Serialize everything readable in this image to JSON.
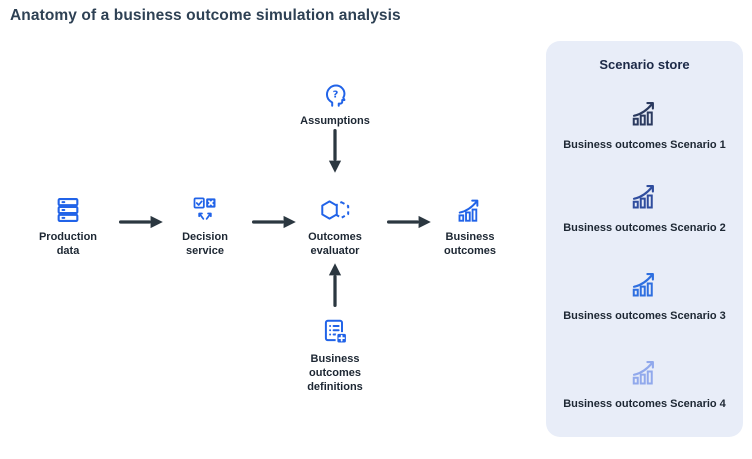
{
  "title": "Anatomy of a business outcome simulation analysis",
  "colors": {
    "title_text": "#2e4154",
    "label_text": "#1d2733",
    "icon_blue": "#2163e8",
    "arrow": "#2b3740",
    "panel_bg": "#e8edf8",
    "panel_title_text": "#1c2947"
  },
  "flow": {
    "nodes": [
      {
        "id": "production-data",
        "label": "Production data",
        "icon": "database-icon"
      },
      {
        "id": "decision-service",
        "label": "Decision service",
        "icon": "decision-check-cross-icon"
      },
      {
        "id": "outcomes-evaluator",
        "label": "Outcomes evaluator",
        "icon": "hexagons-process-icon"
      },
      {
        "id": "business-outcomes",
        "label": "Business outcomes",
        "icon": "bar-chart-growth-icon"
      },
      {
        "id": "assumptions",
        "label": "Assumptions",
        "icon": "head-question-icon"
      },
      {
        "id": "business-outcomes-definitions",
        "label": "Business outcomes definitions",
        "icon": "document-add-icon"
      }
    ],
    "connections": [
      "production-data -> decision-service",
      "decision-service -> outcomes-evaluator",
      "outcomes-evaluator -> business-outcomes",
      "assumptions -> outcomes-evaluator",
      "business-outcomes-definitions -> outcomes-evaluator"
    ]
  },
  "scenario_store": {
    "title": "Scenario store",
    "items": [
      {
        "label": "Business outcomes Scenario 1",
        "icon": "bar-chart-growth-icon",
        "icon_color": "#2b3a5f"
      },
      {
        "label": "Business outcomes Scenario 2",
        "icon": "bar-chart-growth-icon",
        "icon_color": "#2f4d9e"
      },
      {
        "label": "Business outcomes Scenario 3",
        "icon": "bar-chart-growth-icon",
        "icon_color": "#2e6fe0"
      },
      {
        "label": "Business outcomes Scenario 4",
        "icon": "bar-chart-growth-icon",
        "icon_color": "#91a9ec"
      }
    ]
  }
}
